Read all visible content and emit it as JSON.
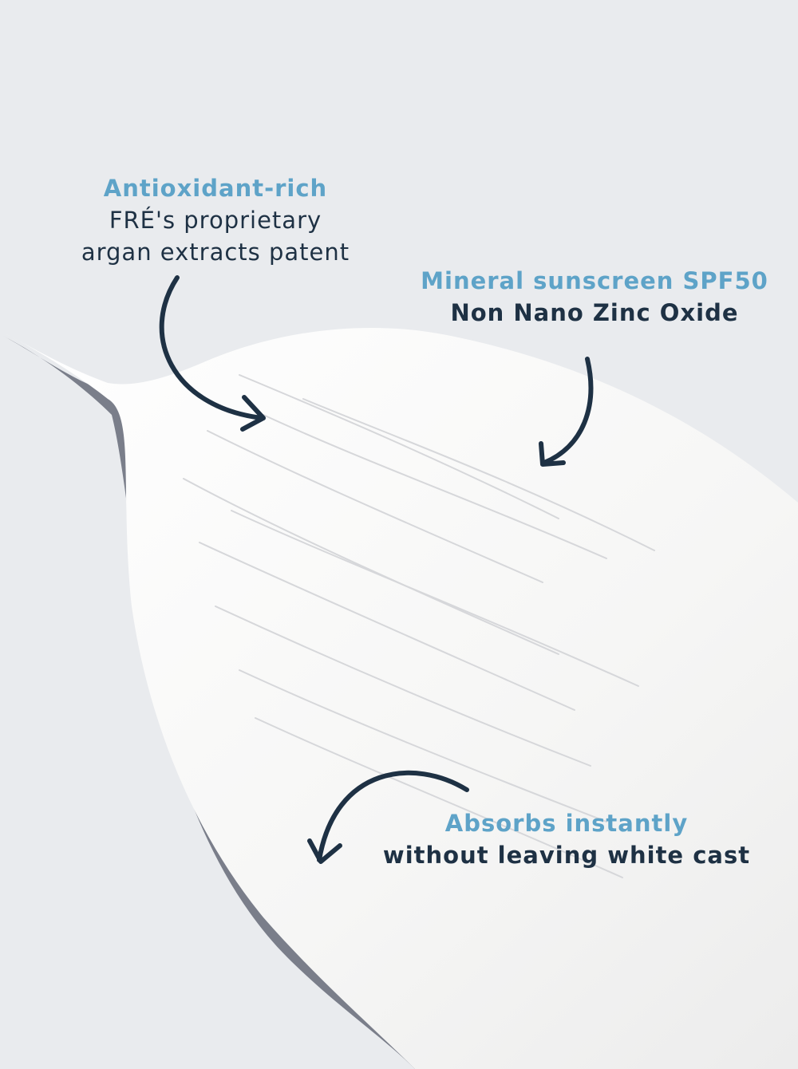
{
  "colors": {
    "background": "#e9ebee",
    "cream": "#f7f7f6",
    "highlight": "#5ea3c8",
    "text": "#1e3144"
  },
  "callouts": {
    "antioxidant": {
      "headline": "Antioxidant-rich",
      "line1": "FRÉ's proprietary",
      "line2": "argan extracts patent"
    },
    "mineral": {
      "headline": "Mineral sunscreen SPF50",
      "line1": "Non Nano Zinc Oxide"
    },
    "absorbs": {
      "headline": "Absorbs instantly",
      "line1": "without leaving white cast"
    }
  }
}
